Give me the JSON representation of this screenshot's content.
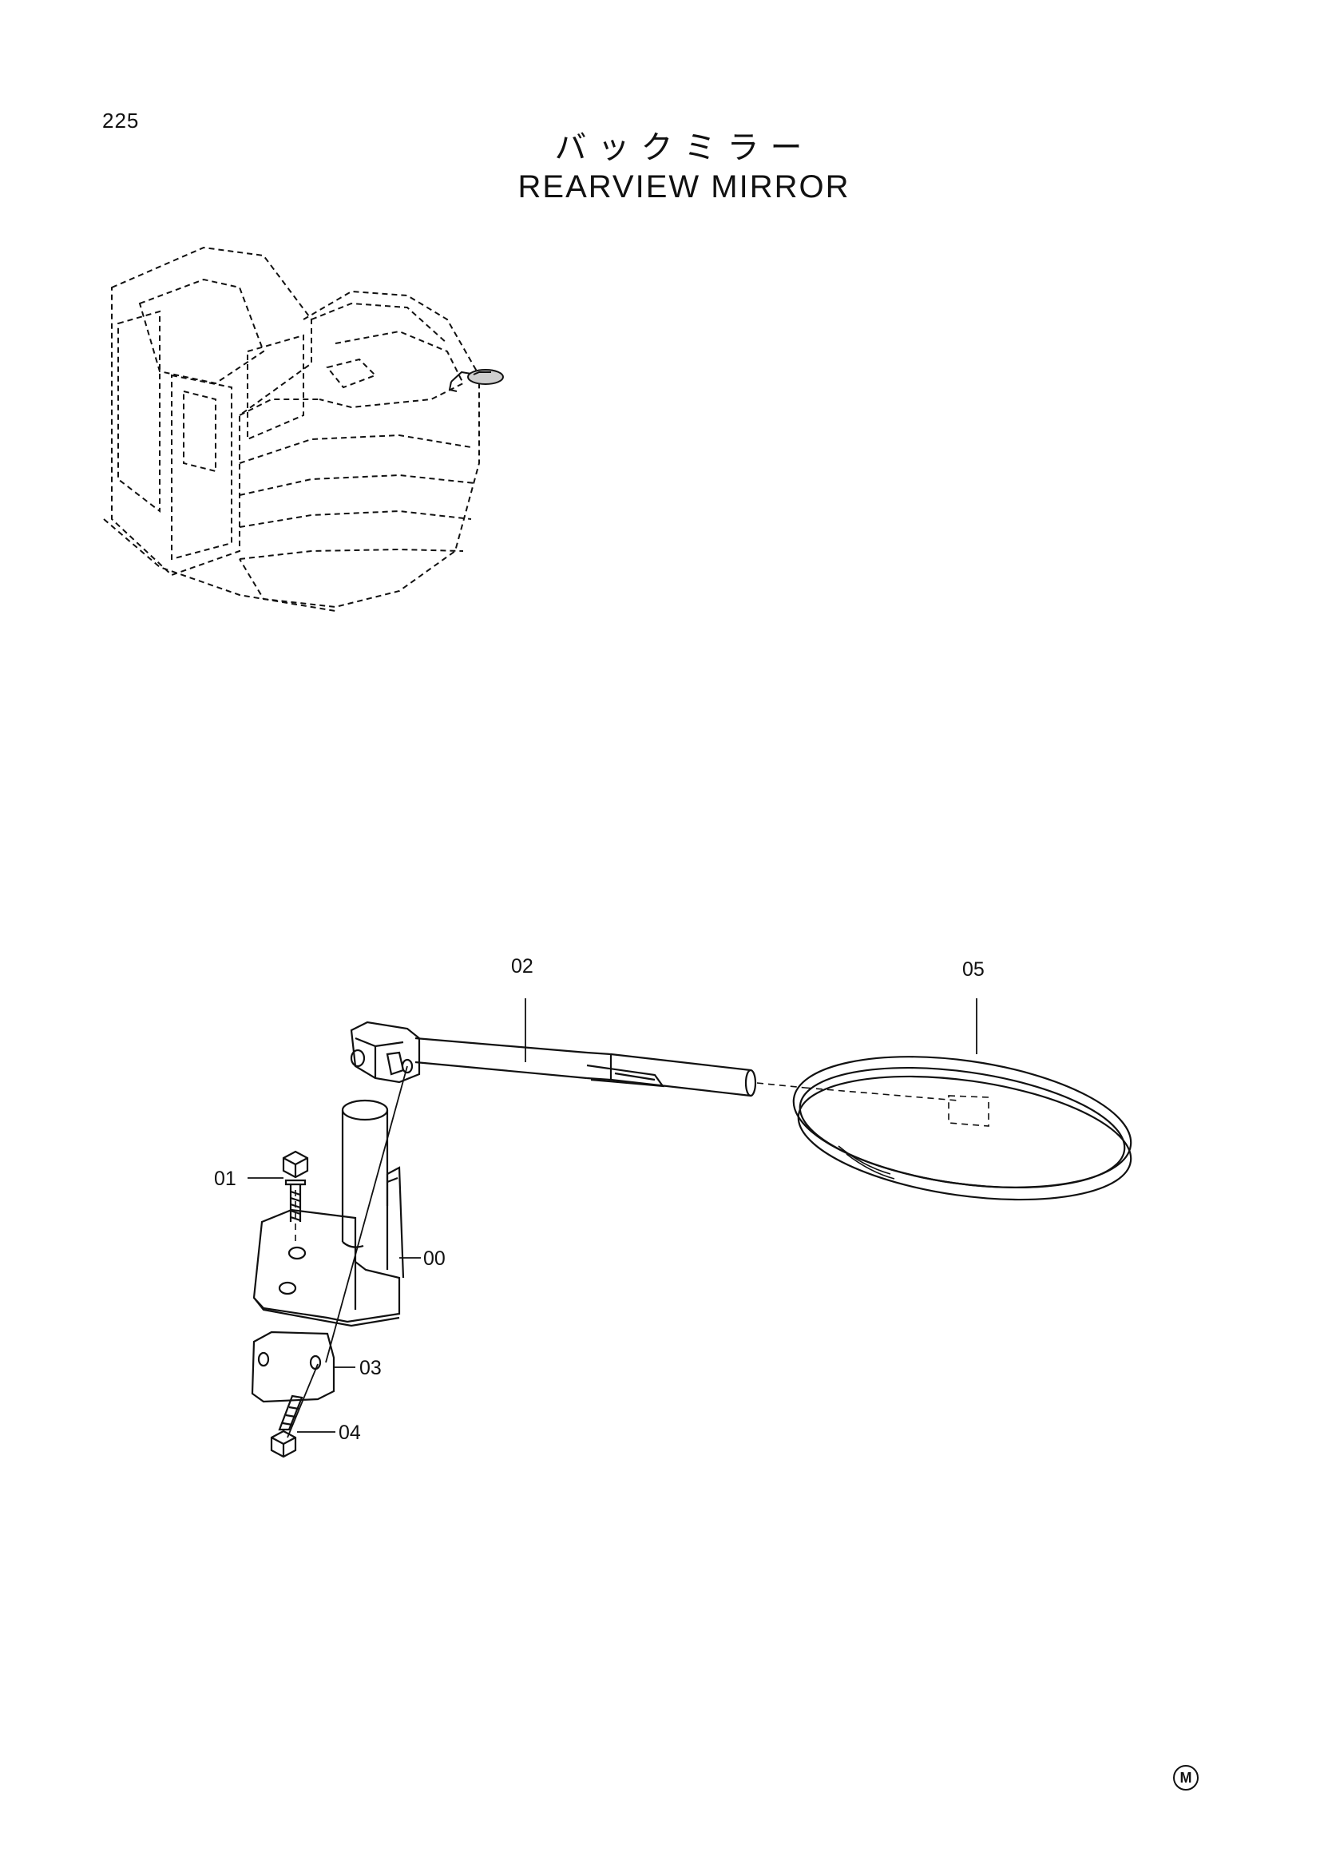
{
  "page": {
    "number": "225",
    "title_jp": "バックミラー",
    "title_en": "REARVIEW MIRROR",
    "mark": "M"
  },
  "callouts": {
    "c00": "00",
    "c01": "01",
    "c02": "02",
    "c03": "03",
    "c04": "04",
    "c05": "05"
  },
  "colors": {
    "line": "#111111",
    "background": "#ffffff"
  }
}
